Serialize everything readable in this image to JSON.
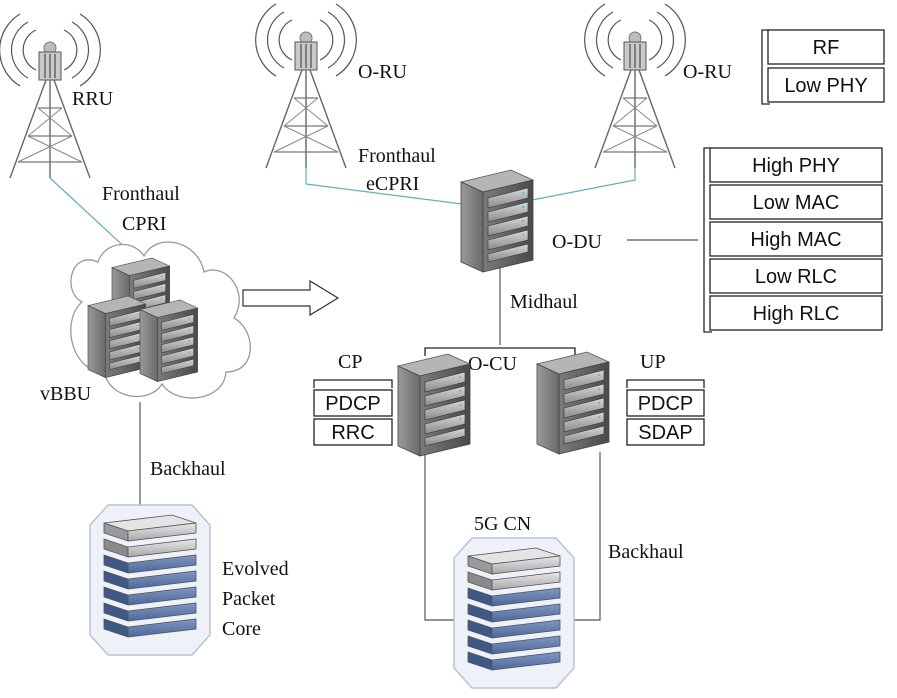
{
  "labels": {
    "rru": "RRU",
    "oru_left": "O-RU",
    "oru_right": "O-RU",
    "fronthaul_cpri_1": "Fronthaul",
    "fronthaul_cpri_2": "CPRI",
    "fronthaul_ecpri_1": "Fronthaul",
    "fronthaul_ecpri_2": "eCPRI",
    "odu": "O-DU",
    "midhaul": "Midhaul",
    "vbbu": "vBBU",
    "backhaul_left": "Backhaul",
    "epc_1": "Evolved",
    "epc_2": "Packet",
    "epc_3": "Core",
    "cp": "CP",
    "ocu": "O-CU",
    "up": "UP",
    "cn5g": "5G CN",
    "backhaul_right": "Backhaul"
  },
  "oru_stack": [
    "RF",
    "Low PHY"
  ],
  "odu_stack": [
    "High PHY",
    "Low MAC",
    "High MAC",
    "Low RLC",
    "High RLC"
  ],
  "cp_stack": [
    "PDCP",
    "RRC"
  ],
  "up_stack": [
    "PDCP",
    "SDAP"
  ],
  "colors": {
    "fronthaul_line": "#5fb0b8",
    "server_dark": "#4a4a4a",
    "core_blue": "#5b78a8"
  }
}
